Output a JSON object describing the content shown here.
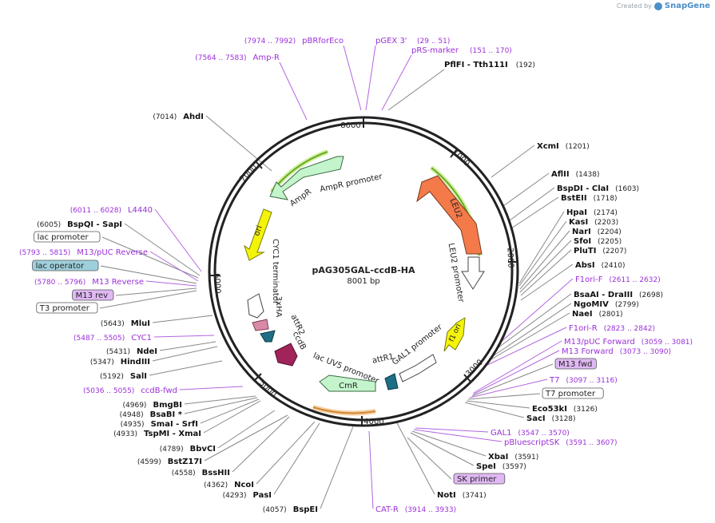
{
  "credit": {
    "prefix": "Created by",
    "brand": "SnapGene"
  },
  "plasmid": {
    "name": "pAG305GAL-ccdB-HA",
    "length_label": "8001 bp",
    "total_bp": 8001
  },
  "ticks": [
    "1000",
    "2000",
    "3000",
    "4000",
    "5000",
    "6000",
    "7000",
    "8000"
  ],
  "colors": {
    "backbone": "#222222",
    "enzyme_text": "#111111",
    "feature_text": "#9b30d9",
    "leu2": "#f47a4a",
    "ampr": "#c4f4cc",
    "cmr": "#c4f4cc",
    "ori": "#f4f40a",
    "f1ori": "#f4f40a",
    "ccdb": "#a0245a",
    "attr": "#1e6e86",
    "ha": "#d88aa8",
    "promoter_box": "#ffffff",
    "highlight_green": "#6aaa24",
    "highlight_orange": "#e8a860"
  },
  "features": [
    {
      "id": "leu2",
      "label": "LEU2"
    },
    {
      "id": "leu2-promoter",
      "label": "LEU2 promoter"
    },
    {
      "id": "ampr",
      "label": "AmpR"
    },
    {
      "id": "ampr-promoter",
      "label": "AmpR promoter"
    },
    {
      "id": "ori",
      "label": "ori"
    },
    {
      "id": "cyc1-terminator",
      "label": "CYC1 terminator"
    },
    {
      "id": "3xha",
      "label": "3xHA"
    },
    {
      "id": "attr2",
      "label": "attR2"
    },
    {
      "id": "ccdb",
      "label": "ccdB"
    },
    {
      "id": "lac-uv5",
      "label": "lac UV5 promoter"
    },
    {
      "id": "cmr",
      "label": "CmR"
    },
    {
      "id": "attr1",
      "label": "attR1"
    },
    {
      "id": "gal1-promoter",
      "label": "GAL1 promoter"
    },
    {
      "id": "f1ori",
      "label": "f1 ori"
    }
  ],
  "labels": {
    "top": [
      {
        "range": "(7974 .. 7992)",
        "name": "pBRforEco"
      },
      {
        "name": "pGEX 3'"
      },
      {
        "range": "(29 .. 51)",
        "name": ""
      },
      {
        "name": "pRS-marker"
      },
      {
        "range": "(151 .. 170)",
        "name": ""
      },
      {
        "range": "(7564 .. 7583)",
        "name": "Amp-R"
      },
      {
        "enzymes": "PflFI  - Tth111I",
        "pos": "(192)"
      }
    ],
    "right": [
      {
        "enzymes": "XcmI",
        "pos": "(1201)",
        "kind": "enzyme"
      },
      {
        "enzymes": "AflII",
        "pos": "(1438)",
        "kind": "enzyme"
      },
      {
        "enzymes": "BspDI  - ClaI",
        "pos": "(1603)",
        "kind": "enzyme"
      },
      {
        "enzymes": "BstEII",
        "pos": "(1718)",
        "kind": "enzyme"
      },
      {
        "enzymes": "HpaI",
        "pos": "(2174)",
        "kind": "enzyme"
      },
      {
        "enzymes": "KasI",
        "pos": "(2203)",
        "kind": "enzyme"
      },
      {
        "enzymes": "NarI",
        "pos": "(2204)",
        "kind": "enzyme"
      },
      {
        "enzymes": "SfoI",
        "pos": "(2205)",
        "kind": "enzyme"
      },
      {
        "enzymes": "PluTI",
        "pos": "(2207)",
        "kind": "enzyme"
      },
      {
        "enzymes": "AbsI",
        "pos": "(2410)",
        "kind": "enzyme"
      },
      {
        "enzymes": "F1ori-F",
        "pos": "(2611 .. 2632)",
        "kind": "primer"
      },
      {
        "enzymes": "BsaAI  - DraIII",
        "pos": "(2698)",
        "kind": "enzyme"
      },
      {
        "enzymes": "NgoMIV",
        "pos": "(2799)",
        "kind": "enzyme"
      },
      {
        "enzymes": "NaeI",
        "pos": "(2801)",
        "kind": "enzyme"
      },
      {
        "enzymes": "F1ori-R",
        "pos": "(2823 .. 2842)",
        "kind": "primer"
      },
      {
        "enzymes": "M13/pUC Forward",
        "pos": "(3059 .. 3081)",
        "kind": "primer"
      },
      {
        "enzymes": "M13 Forward",
        "pos": "(3073 .. 3090)",
        "kind": "primer"
      },
      {
        "enzymes": "M13 fwd",
        "pos": "",
        "kind": "boxed-purple"
      },
      {
        "enzymes": "T7",
        "pos": "(3097 .. 3116)",
        "kind": "primer"
      },
      {
        "enzymes": "T7 promoter",
        "pos": "",
        "kind": "boxed-white"
      },
      {
        "enzymes": "Eco53kI",
        "pos": "(3126)",
        "kind": "enzyme"
      },
      {
        "enzymes": "SacI",
        "pos": "(3128)",
        "kind": "enzyme"
      },
      {
        "enzymes": "GAL1",
        "pos": "(3547 .. 3570)",
        "kind": "primer"
      },
      {
        "enzymes": "pBluescriptSK",
        "pos": "(3591 .. 3607)",
        "kind": "primer"
      },
      {
        "enzymes": "XbaI",
        "pos": "(3591)",
        "kind": "enzyme"
      },
      {
        "enzymes": "SpeI",
        "pos": "(3597)",
        "kind": "enzyme"
      },
      {
        "enzymes": "SK primer",
        "pos": "",
        "kind": "boxed-purple"
      },
      {
        "enzymes": "NotI",
        "pos": "(3741)",
        "kind": "enzyme"
      },
      {
        "enzymes": "CAT-R",
        "pos": "(3914 .. 3933)",
        "kind": "primer"
      }
    ],
    "left": [
      {
        "enzymes": "AhdI",
        "pos": "(7014)",
        "kind": "enzyme"
      },
      {
        "enzymes": "L4440",
        "pos": "(6011 .. 6028)",
        "kind": "primer"
      },
      {
        "enzymes": "BspQI  - SapI",
        "pos": "(6005)",
        "kind": "enzyme"
      },
      {
        "enzymes": "lac promoter",
        "pos": "",
        "kind": "boxed-white"
      },
      {
        "enzymes": "M13/pUC Reverse",
        "pos": "(5793 .. 5815)",
        "kind": "primer"
      },
      {
        "enzymes": "lac operator",
        "pos": "",
        "kind": "boxed-blue"
      },
      {
        "enzymes": "M13 Reverse",
        "pos": "(5780 .. 5796)",
        "kind": "primer"
      },
      {
        "enzymes": "M13 rev",
        "pos": "",
        "kind": "boxed-purple"
      },
      {
        "enzymes": "T3 promoter",
        "pos": "",
        "kind": "boxed-white"
      },
      {
        "enzymes": "MluI",
        "pos": "(5643)",
        "kind": "enzyme"
      },
      {
        "enzymes": "CYC1",
        "pos": "(5487 .. 5505)",
        "kind": "primer"
      },
      {
        "enzymes": "NdeI",
        "pos": "(5431)",
        "kind": "enzyme"
      },
      {
        "enzymes": "HindIII",
        "pos": "(5347)",
        "kind": "enzyme"
      },
      {
        "enzymes": "SalI",
        "pos": "(5192)",
        "kind": "enzyme"
      },
      {
        "enzymes": "ccdB-fwd",
        "pos": "(5036 .. 5055)",
        "kind": "primer"
      },
      {
        "enzymes": "BmgBI",
        "pos": "(4969)",
        "kind": "enzyme"
      },
      {
        "enzymes": "BsaBI  *",
        "pos": "(4948)",
        "kind": "enzyme"
      },
      {
        "enzymes": "SmaI  - SrfI",
        "pos": "(4935)",
        "kind": "enzyme"
      },
      {
        "enzymes": "TspMI  - XmaI",
        "pos": "(4933)",
        "kind": "enzyme"
      },
      {
        "enzymes": "BbvCI",
        "pos": "(4789)",
        "kind": "enzyme"
      },
      {
        "enzymes": "BstZ17I",
        "pos": "(4599)",
        "kind": "enzyme"
      },
      {
        "enzymes": "BssHII",
        "pos": "(4558)",
        "kind": "enzyme"
      },
      {
        "enzymes": "NcoI",
        "pos": "(4362)",
        "kind": "enzyme"
      },
      {
        "enzymes": "PasI",
        "pos": "(4293)",
        "kind": "enzyme"
      },
      {
        "enzymes": "BspEI",
        "pos": "(4057)",
        "kind": "enzyme"
      }
    ]
  }
}
